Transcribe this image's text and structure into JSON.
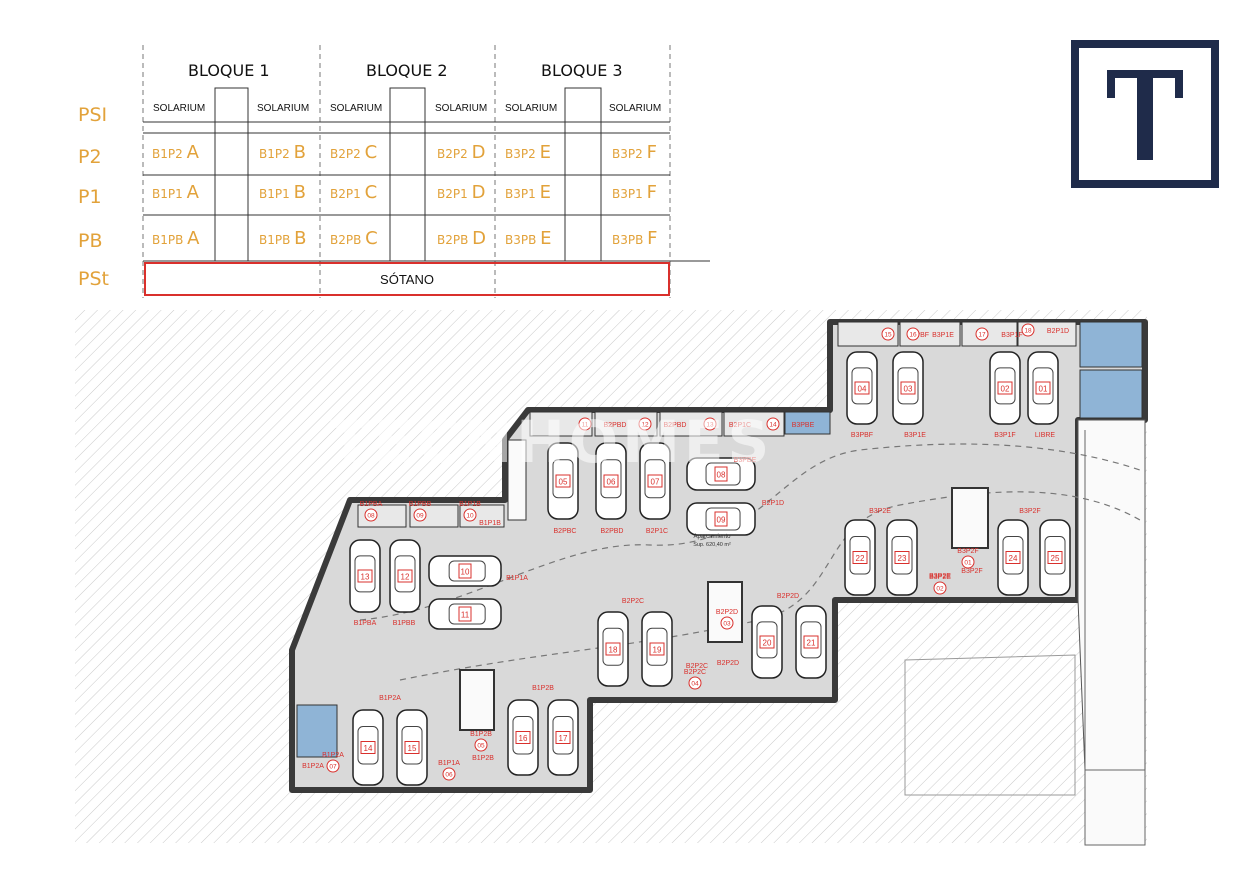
{
  "levels": [
    "PSI",
    "P2",
    "P1",
    "PB",
    "PSt"
  ],
  "blocks": [
    "BLOQUE 1",
    "BLOQUE 2",
    "BLOQUE 3"
  ],
  "solarium": "SOLARIUM",
  "basement": "SÓTANO",
  "units": {
    "p2": [
      "B1P2",
      "B1P2",
      "B2P2",
      "B2P2",
      "B3P2",
      "B3P2"
    ],
    "p1": [
      "B1P1",
      "B1P1",
      "B2P1",
      "B2P1",
      "B3P1",
      "B3P1"
    ],
    "pb": [
      "B1PB",
      "B1PB",
      "B2PB",
      "B2PB",
      "B3PB",
      "B3PB"
    ]
  },
  "unit_letters": [
    "A",
    "B",
    "C",
    "D",
    "E",
    "F"
  ],
  "logo_letter": "T",
  "watermark": "TECNHOMES",
  "parking_area": {
    "label": "Aparcamiento",
    "surface": "Sup. 620,40 m²"
  },
  "spaces": [
    {
      "n": "01",
      "unit": "LIBRE"
    },
    {
      "n": "02",
      "unit": "B3P1F"
    },
    {
      "n": "03",
      "unit": "B3P1E"
    },
    {
      "n": "04",
      "unit": "B3PBF"
    },
    {
      "n": "05",
      "unit": "B2PBC"
    },
    {
      "n": "06",
      "unit": "B2PBD"
    },
    {
      "n": "07",
      "unit": "B2P1C"
    },
    {
      "n": "08",
      "unit": "B3PBE"
    },
    {
      "n": "09",
      "unit": "B2P1D"
    },
    {
      "n": "10",
      "unit": "B1P1B"
    },
    {
      "n": "11",
      "unit": "B1P1A"
    },
    {
      "n": "12",
      "unit": "B1PBB"
    },
    {
      "n": "13",
      "unit": "B1PBA"
    },
    {
      "n": "14",
      "unit": "B1P2A"
    },
    {
      "n": "15",
      "unit": "B1P2A"
    },
    {
      "n": "16",
      "unit": "B1P2B"
    },
    {
      "n": "17",
      "unit": "B1P2B"
    },
    {
      "n": "18",
      "unit": "B2P2C"
    },
    {
      "n": "19",
      "unit": "B2P2C"
    },
    {
      "n": "20",
      "unit": "B2P2D"
    },
    {
      "n": "21",
      "unit": "B2P2D"
    },
    {
      "n": "22",
      "unit": "B3P2E"
    },
    {
      "n": "23",
      "unit": "B3P2E"
    },
    {
      "n": "24",
      "unit": "B3P2F"
    },
    {
      "n": "25",
      "unit": "B3P2F"
    }
  ],
  "storage": [
    {
      "n": "01",
      "unit": "B3P2F"
    },
    {
      "n": "02",
      "unit": "B3P2E"
    },
    {
      "n": "03",
      "unit": "B2P2D"
    },
    {
      "n": "04",
      "unit": "B2P2C"
    },
    {
      "n": "05",
      "unit": "B1P2B"
    },
    {
      "n": "06",
      "unit": "B1P1A"
    },
    {
      "n": "07",
      "unit": "B1P2A"
    },
    {
      "n": "08",
      "unit": "B1PBA"
    },
    {
      "n": "09",
      "unit": "B1PBB"
    },
    {
      "n": "10",
      "unit": "B1P1B"
    },
    {
      "n": "11",
      "unit": "B2PBD"
    },
    {
      "n": "12",
      "unit": "B2PBD"
    },
    {
      "n": "13",
      "unit": "B2P1C"
    },
    {
      "n": "14",
      "unit": "B3PBE"
    },
    {
      "n": "15",
      "unit": "B3PBF"
    },
    {
      "n": "16",
      "unit": "B3P1E"
    },
    {
      "n": "17",
      "unit": "B3P1F"
    },
    {
      "n": "18",
      "unit": "B2P1D"
    }
  ],
  "colors": {
    "accent": "#e2a23a",
    "highlight": "#d9302c",
    "floor": "#d9d9d9",
    "wall": "#3a3a3a",
    "utility": "#8fb4d6",
    "logo": "#1f2b4a"
  }
}
